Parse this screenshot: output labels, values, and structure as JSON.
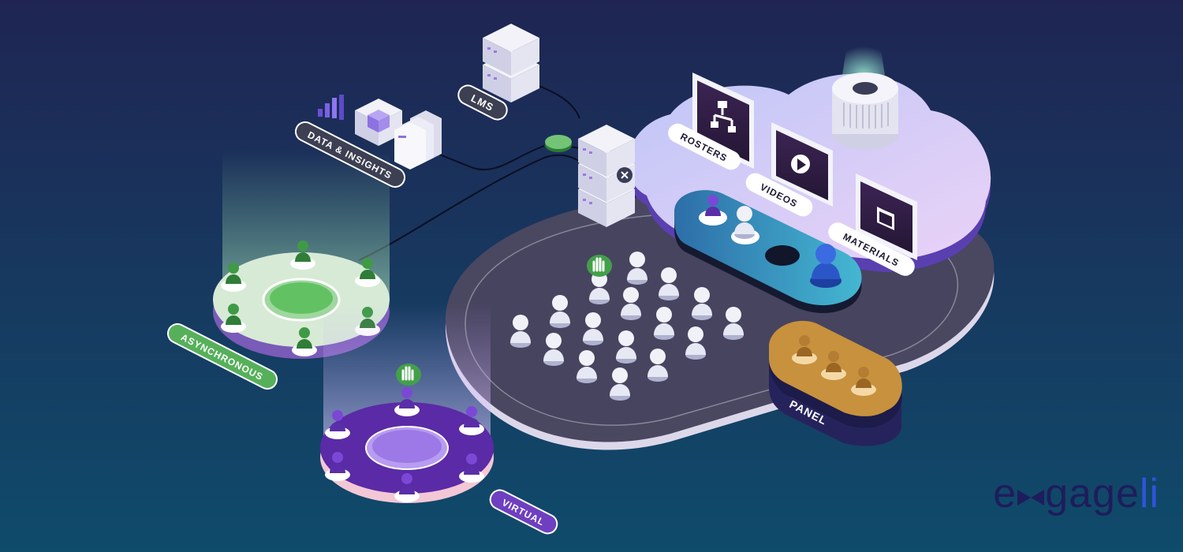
{
  "labels": {
    "lms": "LMS",
    "data_insights": "DATA & INSIGHTS",
    "rosters": "ROSTERS",
    "videos": "VIDEOS",
    "materials": "MATERIALS",
    "asynchronous": "ASYNCHRONOUS",
    "virtual": "VIRTUAL",
    "panel": "PANEL"
  },
  "logo": {
    "text_before": "e",
    "text_after": "gage",
    "text_accent": "li"
  },
  "colors": {
    "background_top": "#1f2553",
    "background_bottom": "#0f4b6b",
    "async_green": "#56b05a",
    "virtual_purple": "#6e3fc0",
    "cloud_lavender": "#c9c3f3",
    "panel_gold": "#c8913d",
    "platform_teal": "#2a8fb4",
    "logo_navy": "#1e1d5c",
    "logo_blue": "#2f54d8"
  },
  "icons": [
    "hierarchy-icon",
    "play-icon",
    "folder-icon",
    "raised-hand-icon",
    "bar-chart-icon",
    "server-icon"
  ]
}
